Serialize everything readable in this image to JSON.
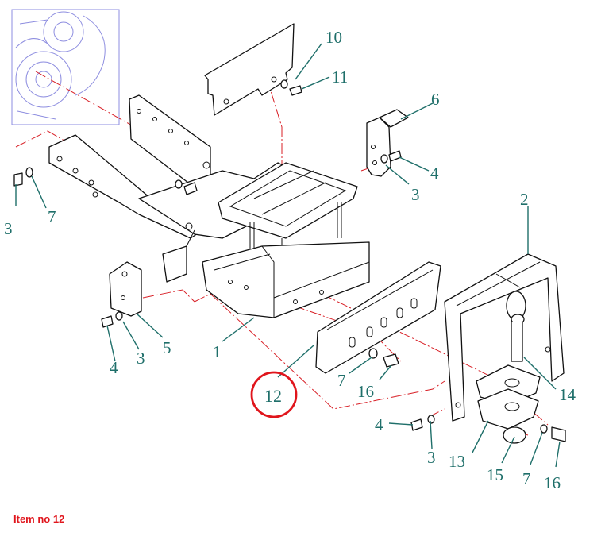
{
  "callouts": {
    "c10": "10",
    "c11": "11",
    "c6": "6",
    "c4a": "4",
    "c3a": "3",
    "c2": "2",
    "c7a": "7",
    "c3b": "3",
    "c5": "5",
    "c4b": "4",
    "c3c": "3",
    "c1": "1",
    "c12": "12",
    "c7b": "7",
    "c16a": "16",
    "c14": "14",
    "c4c": "4",
    "c3d": "3",
    "c13": "13",
    "c15": "15",
    "c7c": "7",
    "c16b": "16"
  },
  "caption": "Item no 12",
  "colors": {
    "callout": "#1f6f6a",
    "centerline": "#d81f26",
    "highlight": "#e0151c",
    "ghost_engine": "#8e8ee0"
  }
}
